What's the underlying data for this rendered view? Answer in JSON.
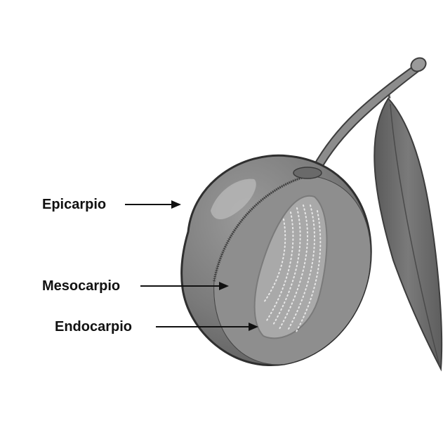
{
  "labels": {
    "epicarp": "Epicarpio",
    "mesocarp": "Mesocarpio",
    "endocarp": "Endocarpio"
  },
  "colors": {
    "background": "#ffffff",
    "skin": "#7a7a7a",
    "skin_outline": "#3a3a3a",
    "flesh": "#8a8a8a",
    "pit": "#a9a9a9",
    "stem": "#8c8c8c",
    "leaf": "#6b6b6b",
    "arrow": "#111111",
    "text": "#111111"
  },
  "icons": {
    "fruit": "plum-cross-section",
    "stem": "stem",
    "leaf": "leaf"
  }
}
